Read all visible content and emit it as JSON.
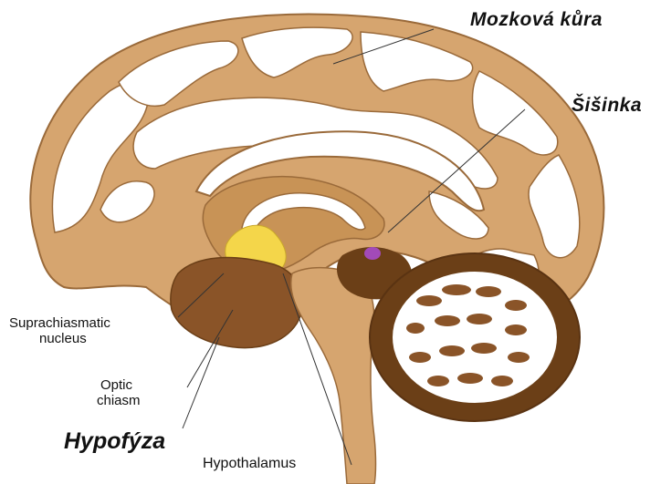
{
  "labels": {
    "cortex": "Mozková kůra",
    "pineal": "Šišinka",
    "scn_line1": "Suprachiasmatic",
    "scn_line2": "nucleus",
    "optic_line1": "Optic",
    "optic_line2": "chiasm",
    "pituitary": "Hypofýza",
    "hypothalamus": "Hypothalamus"
  },
  "colors": {
    "brain_tan": "#d6a56f",
    "brain_outline": "#9a6a3a",
    "white_matter": "#ffffff",
    "brainstem_brown": "#7a4a1f",
    "cerebellum_dark": "#6b3f17",
    "hypothalamus_yellow": "#f4d64a",
    "scn_green": "#3fa84a",
    "pineal_purple": "#a24ab8",
    "leader_line": "#333333"
  },
  "icons": {
    "brain": "brain-sagittal-illustration"
  }
}
